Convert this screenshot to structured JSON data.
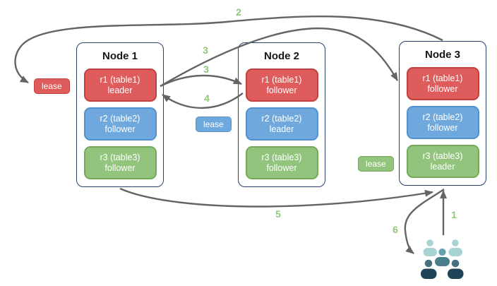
{
  "diagram": {
    "nodes": [
      {
        "title": "Node 1",
        "replicas": [
          {
            "name": "r1 (table1)",
            "role": "leader",
            "color": "red"
          },
          {
            "name": "r2 (table2)",
            "role": "follower",
            "color": "blue"
          },
          {
            "name": "r3 (table3)",
            "role": "follower",
            "color": "green"
          }
        ]
      },
      {
        "title": "Node 2",
        "replicas": [
          {
            "name": "r1 (table1)",
            "role": "follower",
            "color": "red"
          },
          {
            "name": "r2 (table2)",
            "role": "leader",
            "color": "blue"
          },
          {
            "name": "r3 (table3)",
            "role": "follower",
            "color": "green"
          }
        ]
      },
      {
        "title": "Node 3",
        "replicas": [
          {
            "name": "r1 (table1)",
            "role": "follower",
            "color": "red"
          },
          {
            "name": "r2 (table2)",
            "role": "follower",
            "color": "blue"
          },
          {
            "name": "r3 (table3)",
            "role": "leader",
            "color": "green"
          }
        ]
      }
    ],
    "leases": {
      "red": {
        "label": "lease",
        "color": "#de5c5c"
      },
      "blue": {
        "label": "lease",
        "color": "#6fa8dc"
      },
      "green": {
        "label": "lease",
        "color": "#93c47d"
      }
    },
    "steps": {
      "s1": "1",
      "s2": "2",
      "s3a": "3",
      "s3b": "3",
      "s4": "4",
      "s5": "5",
      "s6": "6"
    },
    "client_icon": "users-group-icon",
    "colors": {
      "replica_red": "#de5c5c",
      "replica_blue": "#6fa8dc",
      "replica_green": "#93c47d",
      "node_border": "#26416e",
      "arrow": "#646464",
      "step_label": "#8fc878",
      "users_light_teal": "#a7d3d4",
      "users_mid_teal": "#62a1aa",
      "users_dark_navy": "#1f4458"
    }
  }
}
